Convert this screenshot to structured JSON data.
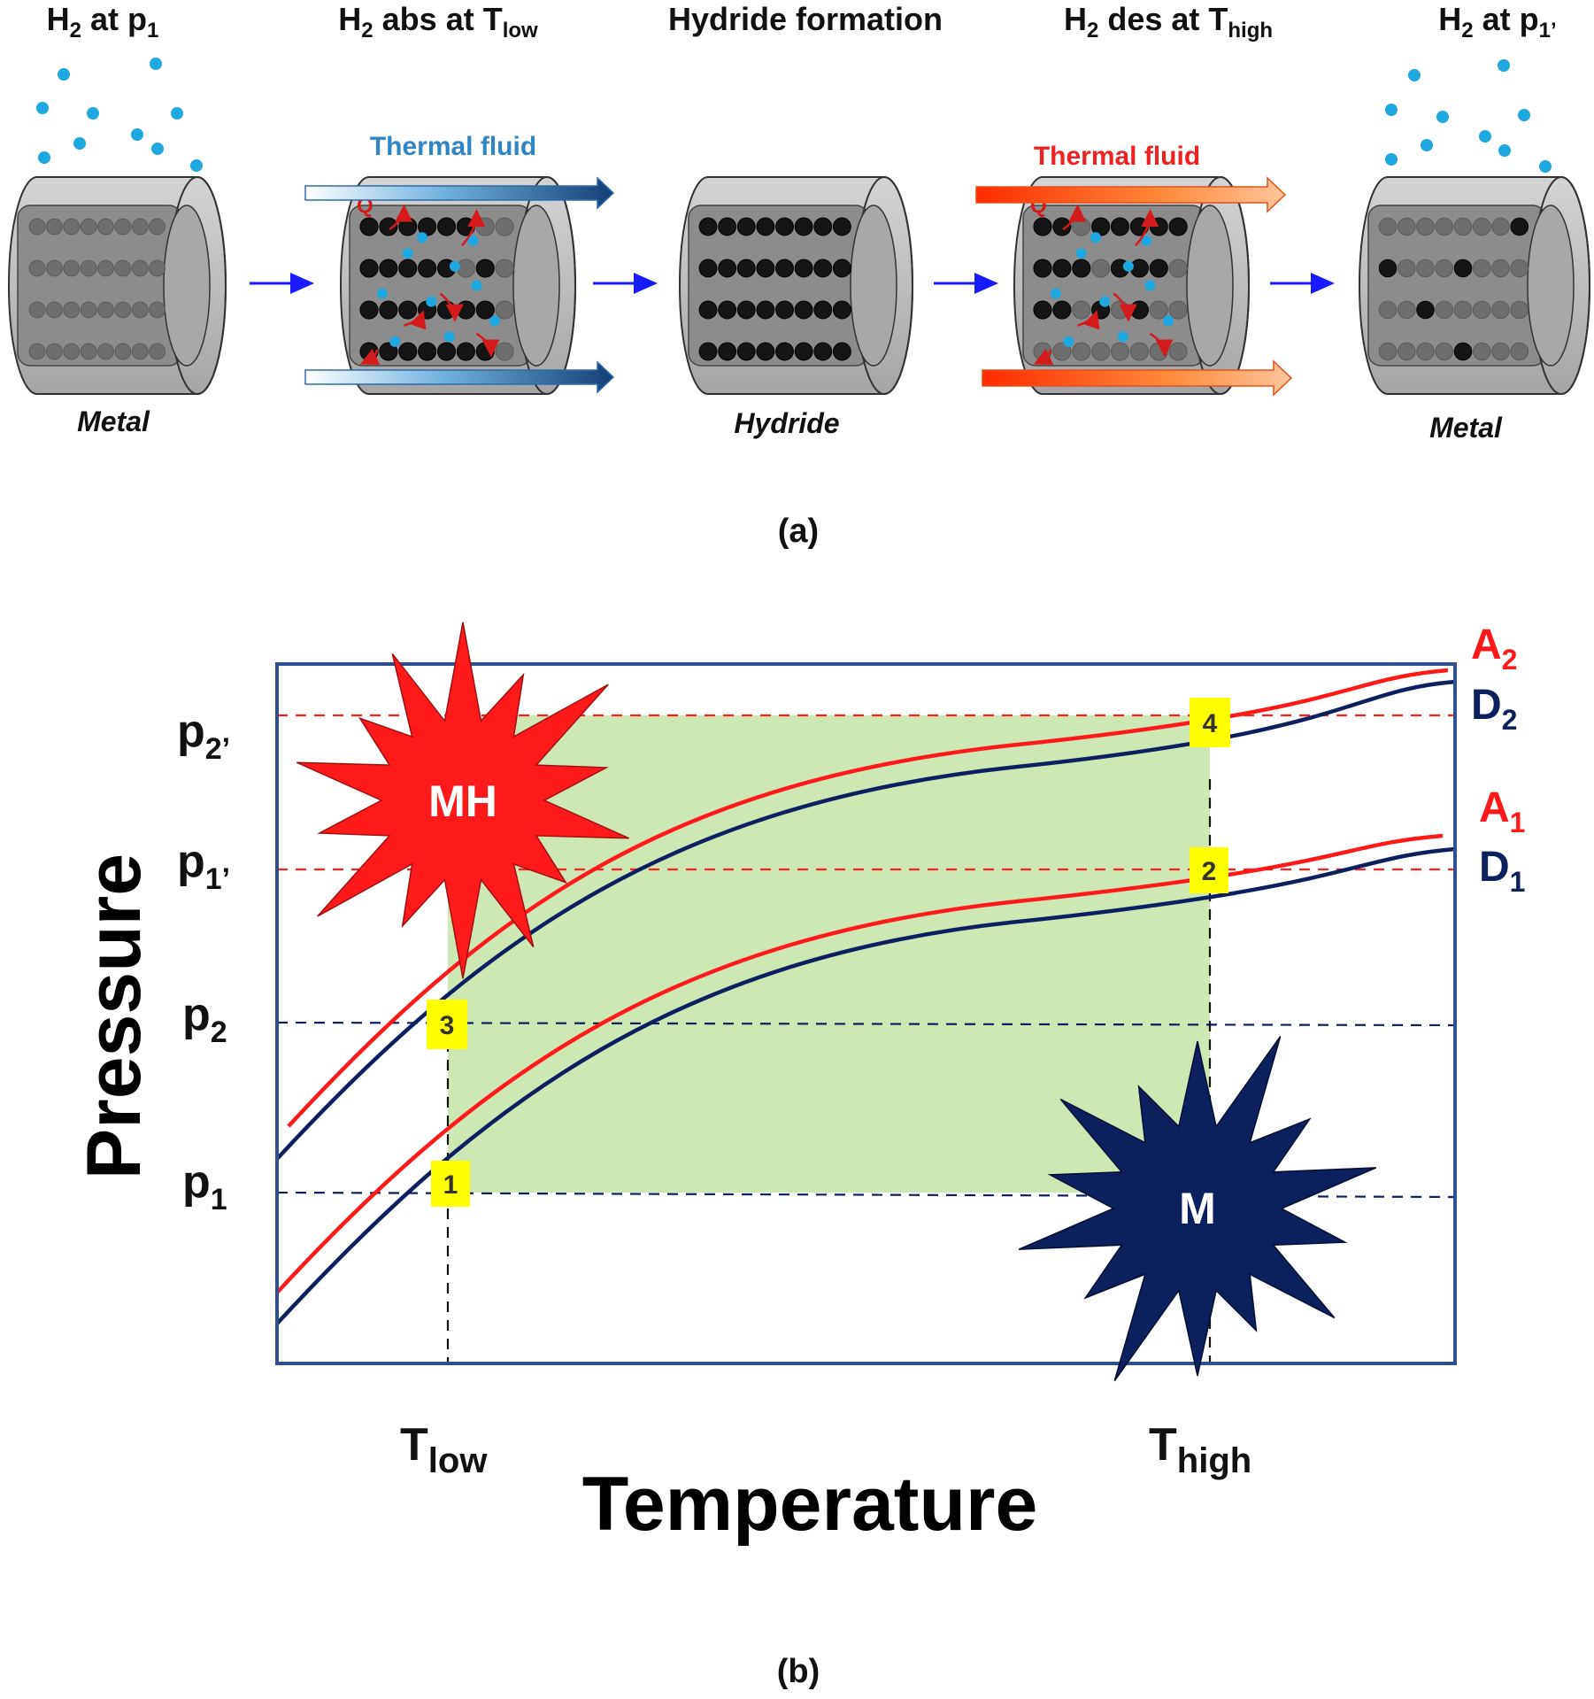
{
  "panel_a": {
    "stages": [
      {
        "title": "H",
        "title_sub": "2",
        "title_mid": " at p",
        "title_sub2": "1",
        "title_tail": "",
        "label": "Metal"
      },
      {
        "title": "H",
        "title_sub": "2",
        "title_mid": " abs at T",
        "title_sub2": "low",
        "title_tail": "",
        "label": ""
      },
      {
        "title": "Hydride formation",
        "title_sub": "",
        "title_mid": "",
        "title_sub2": "",
        "title_tail": "",
        "label": "Hydride"
      },
      {
        "title": "H",
        "title_sub": "2",
        "title_mid": " des at T",
        "title_sub2": "high",
        "title_tail": "",
        "label": ""
      },
      {
        "title": "H",
        "title_sub": "2",
        "title_mid": " at p",
        "title_sub2": "1’",
        "title_tail": "",
        "label": "Metal"
      }
    ],
    "thermal_fluid_cold": "Thermal fluid",
    "thermal_fluid_hot": "Thermal fluid",
    "heat_symbol": "Q",
    "caption": "(a)",
    "colors": {
      "cold": "#2e86c8",
      "hot": "#ff3b1a",
      "arrow": "#1a1aff",
      "h2": "#1fa8e0"
    }
  },
  "panel_b": {
    "caption": "(b)",
    "chart_data": {
      "type": "line",
      "xlabel": "Temperature",
      "ylabel": "Pressure",
      "x_ticks": [
        {
          "base": "T",
          "sub": "low"
        },
        {
          "base": "T",
          "sub": "high"
        }
      ],
      "y_ticks": [
        {
          "base": "p",
          "sub": "1"
        },
        {
          "base": "p",
          "sub": "2"
        },
        {
          "base": "p",
          "sub": "1’"
        },
        {
          "base": "p",
          "sub": "2’"
        }
      ],
      "series": [
        {
          "name": "A",
          "name_sub": "2",
          "color": "#ff1a1a"
        },
        {
          "name": "D",
          "name_sub": "2",
          "color": "#0c1f5e"
        },
        {
          "name": "A",
          "name_sub": "1",
          "color": "#ff1a1a"
        },
        {
          "name": "D",
          "name_sub": "1",
          "color": "#0c1f5e"
        }
      ],
      "points": [
        "1",
        "2",
        "3",
        "4"
      ],
      "regions": [
        {
          "label": "MH",
          "color": "#ff1a1a"
        },
        {
          "label": "M",
          "color": "#0c1f5e"
        }
      ],
      "cycle_fill_color": "#cde8b4",
      "point_marker_color": "#ffff00"
    }
  }
}
